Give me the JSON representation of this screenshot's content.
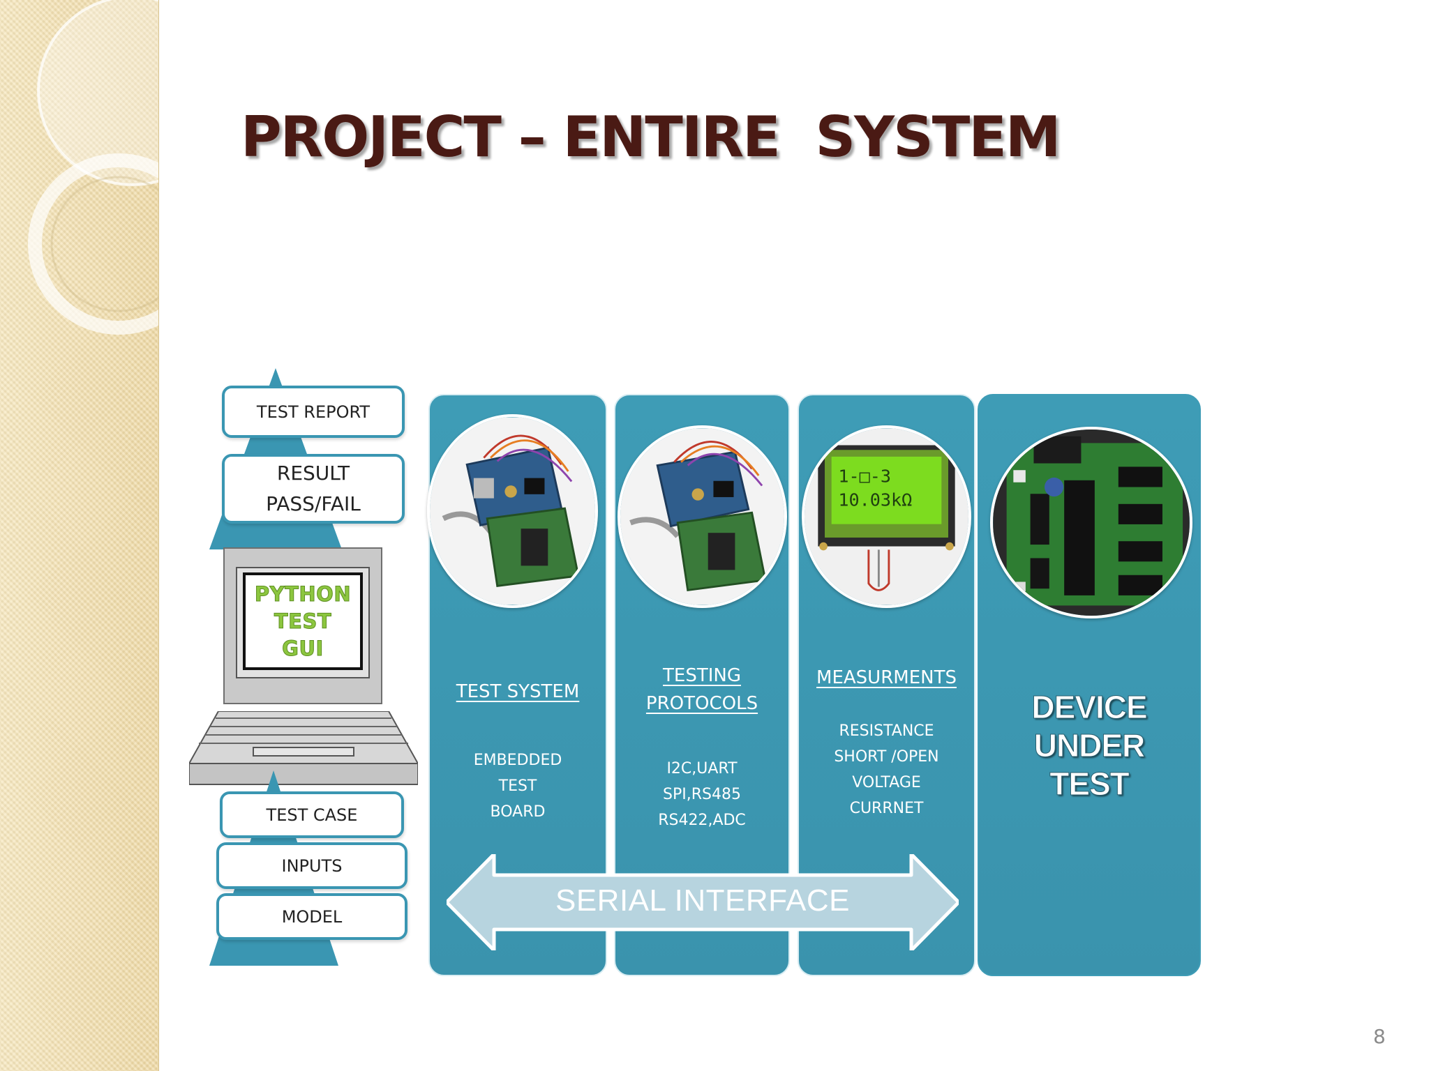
{
  "slide": {
    "title": "PROJECT – ENTIRE  SYSTEM",
    "page_number": "8"
  },
  "outputs": {
    "test_report": "TEST REPORT",
    "result_line1": "RESULT",
    "result_line2": "PASS/FAIL"
  },
  "laptop": {
    "screen_line1": "PYTHON",
    "screen_line2": "TEST",
    "screen_line3": "GUI"
  },
  "inputs": {
    "test_case": "TEST CASE",
    "inputs": "INPUTS",
    "model": "MODEL"
  },
  "panels": {
    "test_system": {
      "heading": "TEST SYSTEM",
      "line1": "EMBEDDED",
      "line2": "TEST",
      "line3": "BOARD"
    },
    "testing_protocols": {
      "heading1": "TESTING",
      "heading2": "PROTOCOLS",
      "line1": "I2C,UART",
      "line2": "SPI,RS485",
      "line3": "RS422,ADC"
    },
    "measurments": {
      "heading": "MEASURMENTS",
      "line1": "RESISTANCE",
      "line2": "SHORT /OPEN",
      "line3": "VOLTAGE",
      "line4": "CURRNET",
      "lcd_line1": "1-□-3",
      "lcd_line2": "10.03kΩ"
    },
    "device_under_test": {
      "line1": "DEVICE",
      "line2": "UNDER",
      "line3": "TEST"
    }
  },
  "arrow": {
    "label": "SERIAL INTERFACE"
  },
  "colors": {
    "panel": "#3e9cb6",
    "title": "#4a1a14",
    "gui_text": "#8cc63f",
    "side_band": "#f4e2b3"
  }
}
